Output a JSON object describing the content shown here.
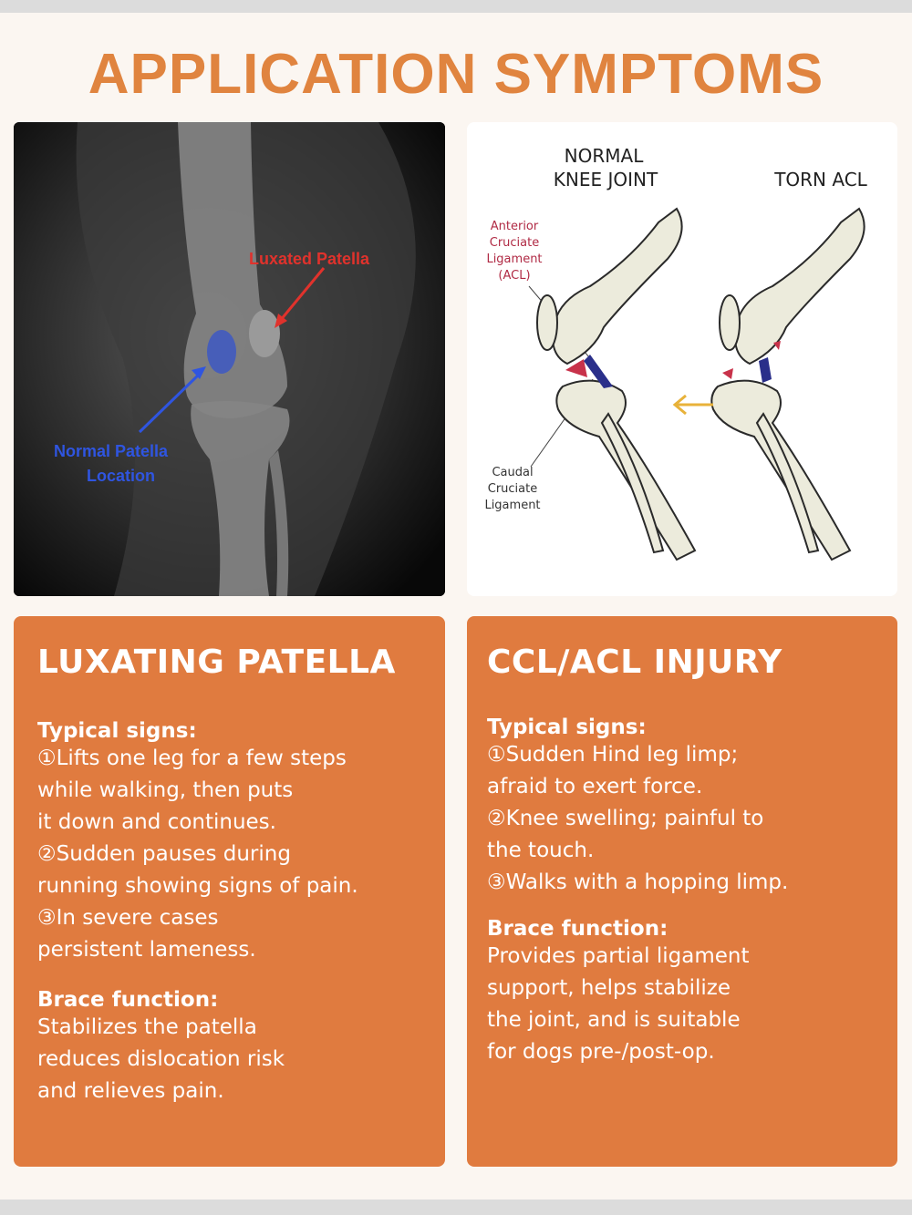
{
  "title": "APPLICATION SYMPTOMS",
  "xray": {
    "label_luxated": "Luxated Patella",
    "label_normal_line1": "Normal Patella",
    "label_normal_line2": "Location"
  },
  "diagram": {
    "normal_line1": "NORMAL",
    "normal_line2": "KNEE JOINT",
    "torn": "TORN ACL",
    "acl_lines": [
      "Anterior",
      "Cruciate",
      "Ligament",
      "(ACL)"
    ],
    "caudal_lines": [
      "Caudal",
      "Cruciate",
      "Ligament"
    ]
  },
  "left_card": {
    "heading": "LUXATING PATELLA",
    "signs_label": "Typical signs:",
    "signs_lines": [
      "①Lifts one leg for a few steps",
      "while walking, then puts",
      "it down and continues.",
      "②Sudden pauses during",
      "running showing signs of pain.",
      "③In severe cases",
      "persistent lameness."
    ],
    "brace_label": "Brace function:",
    "brace_lines": [
      "Stabilizes the patella",
      "reduces dislocation risk",
      "and relieves pain."
    ]
  },
  "right_card": {
    "heading": "CCL/ACL INJURY",
    "signs_label": "Typical signs:",
    "signs_lines": [
      "①Sudden Hind leg limp;",
      "afraid to exert force.",
      "②Knee swelling; painful to",
      "the touch.",
      "③Walks with a hopping limp."
    ],
    "brace_label": "Brace function:",
    "brace_lines": [
      "Provides partial ligament",
      "support, helps stabilize",
      "the joint, and is suitable",
      "for dogs pre-/post-op."
    ]
  },
  "colors": {
    "accent": "#e07b3f",
    "title": "#e0843f",
    "acl_red": "#c8324a",
    "ligament_blue": "#2a2f8a",
    "arrow_yellow": "#e8b23a"
  }
}
